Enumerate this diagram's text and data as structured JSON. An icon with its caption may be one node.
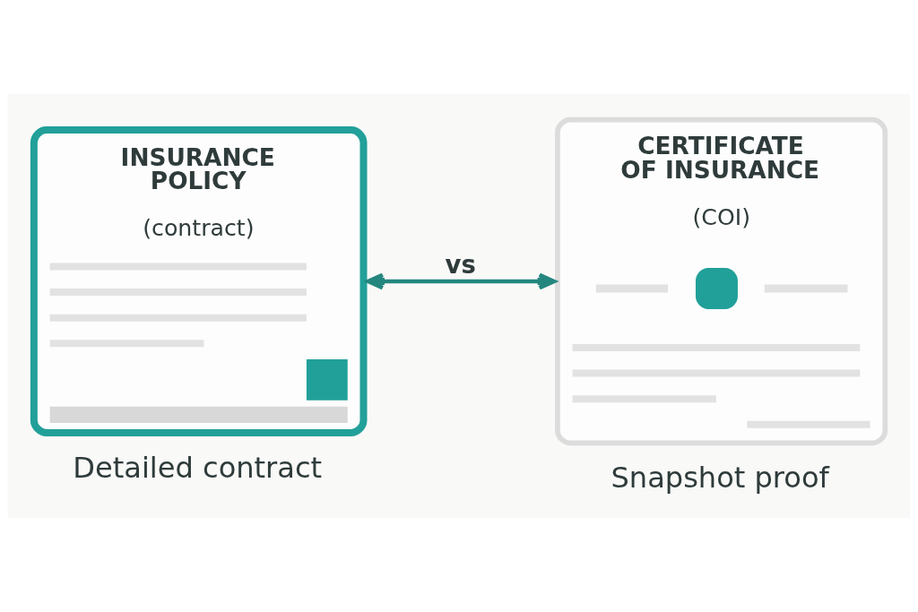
{
  "diagram": {
    "nodes": [
      {
        "text": [
          "INSURANCE POLICY",
          "(contract)"
        ],
        "beside": [
          "Detailed contract"
        ]
      },
      {
        "text": [
          "CERTIFICATE OF INSURANCE",
          "(COI)"
        ],
        "beside": [
          "Snapshot proof"
        ]
      }
    ],
    "edges": [
      {
        "from": 0,
        "to": 1,
        "arrow": "both",
        "label": "vs"
      }
    ]
  }
}
